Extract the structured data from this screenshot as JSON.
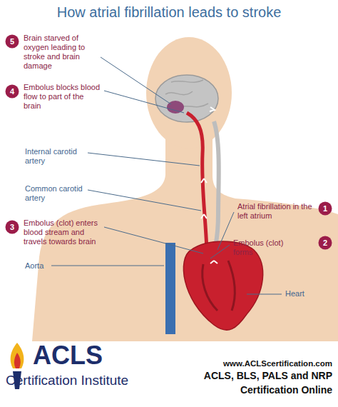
{
  "diagram": {
    "title": "How atrial fibrillation leads to stroke",
    "nodes": [
      {
        "text": [
          "5"
        ]
      },
      {
        "text": [
          "4"
        ]
      },
      {
        "text": [
          "1"
        ]
      },
      {
        "text": [
          "3"
        ]
      },
      {
        "text": [
          "2"
        ]
      }
    ],
    "labels": [
      "Brain starved of oxygen leading to stroke and brain damage",
      "Embolus blocks blood flow to part of the brain",
      "Internal carotid artery",
      "Common carotid artery",
      "Atrial fibrillation in the left atrium",
      "Embolus (clot) enters blood stream and travels towards brain",
      "Embolus (clot) forms",
      "Aorta",
      "Heart",
      "ACLS",
      "Certification Institute",
      "www.ACLScertification.com",
      "ACLS, BLS, PALS and NRP",
      "Certification Online"
    ]
  }
}
